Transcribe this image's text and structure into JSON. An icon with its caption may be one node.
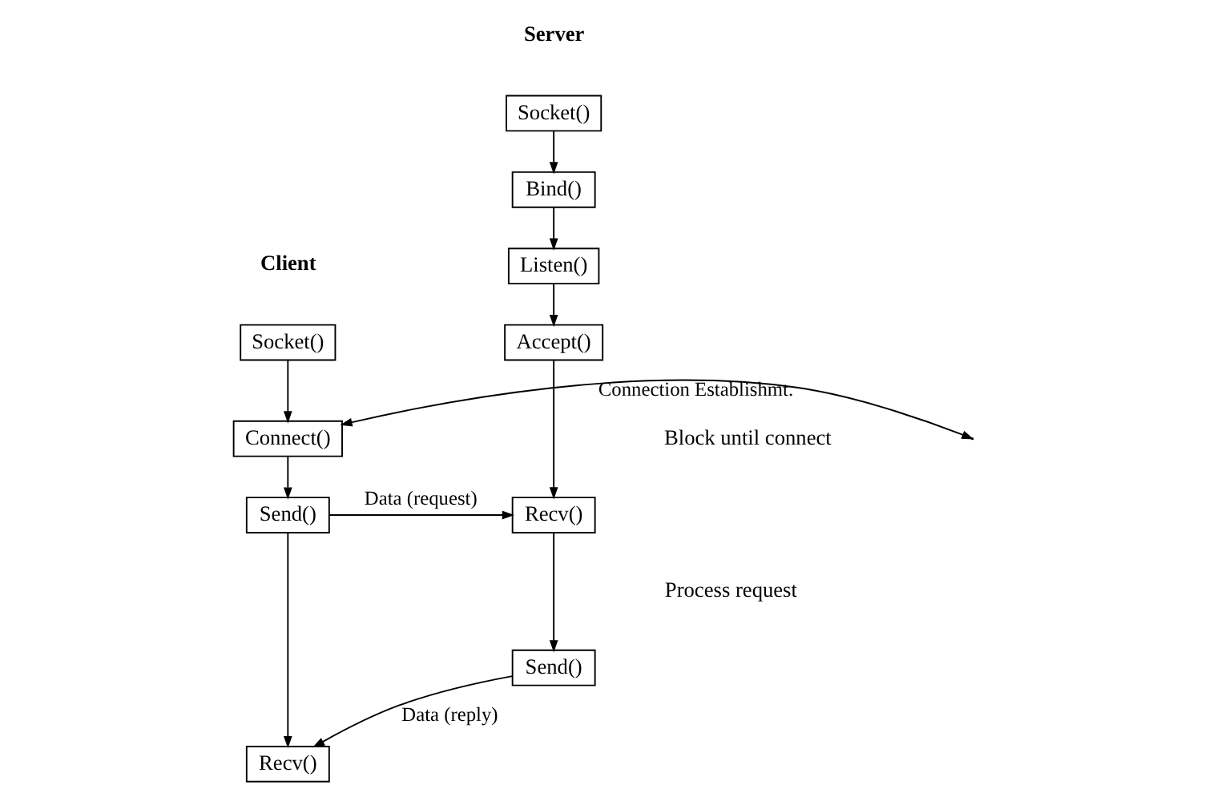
{
  "diagram": {
    "nodes": [
      {
        "text": [
          "Socket()"
        ]
      },
      {
        "text": [
          "Bind()"
        ]
      },
      {
        "text": [
          "Listen()"
        ]
      },
      {
        "text": [
          "Accept()"
        ]
      },
      {
        "text": [
          "Recv()"
        ]
      },
      {
        "text": [
          "Send()"
        ]
      },
      {
        "text": [
          "Socket()"
        ]
      },
      {
        "text": [
          "Connect()"
        ]
      },
      {
        "text": [
          "Send()"
        ]
      },
      {
        "text": [
          "Recv()"
        ]
      }
    ],
    "edges": [
      {
        "from": 0,
        "to": 1,
        "arrow": "to"
      },
      {
        "from": 1,
        "to": 2,
        "arrow": "to"
      },
      {
        "from": 2,
        "to": 3,
        "arrow": "to"
      },
      {
        "from": 3,
        "to": 4,
        "arrow": "to"
      },
      {
        "from": null,
        "to": 7,
        "arrow": "both",
        "label": "Connection Establishmt."
      },
      {
        "from": 6,
        "to": 7,
        "arrow": "to"
      },
      {
        "from": 7,
        "to": 8,
        "arrow": "to"
      },
      {
        "from": 8,
        "to": 4,
        "arrow": "to",
        "label": "Data (request)"
      },
      {
        "from": 4,
        "to": 5,
        "arrow": "to"
      },
      {
        "from": 5,
        "to": 9,
        "arrow": "to",
        "label": "Data (reply)"
      },
      {
        "from": 8,
        "to": 9,
        "arrow": "to"
      }
    ],
    "labels": [
      "Server",
      "Client",
      "Block until connect",
      "Process request"
    ]
  }
}
